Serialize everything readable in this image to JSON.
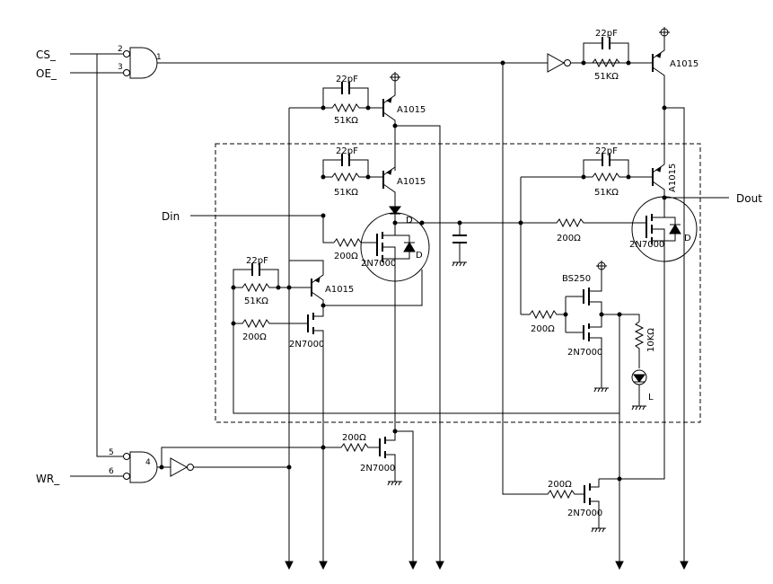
{
  "signals": {
    "cs": "CS_",
    "oe": "OE_",
    "wr": "WR_",
    "din": "Din",
    "dout": "Dout"
  },
  "pins": {
    "and1_in_a": "2",
    "and1_in_b": "3",
    "and1_out": "1",
    "and2_in_a": "5",
    "and2_in_b": "6",
    "and2_out": "4"
  },
  "parts": {
    "cap": "22pF",
    "r_51k": "51KΩ",
    "r_200": "200Ω",
    "r_10k": "10KΩ",
    "pnp": "A1015",
    "nmos": "2N7000",
    "pmos": "BS250",
    "drain": "D",
    "led": "L"
  }
}
